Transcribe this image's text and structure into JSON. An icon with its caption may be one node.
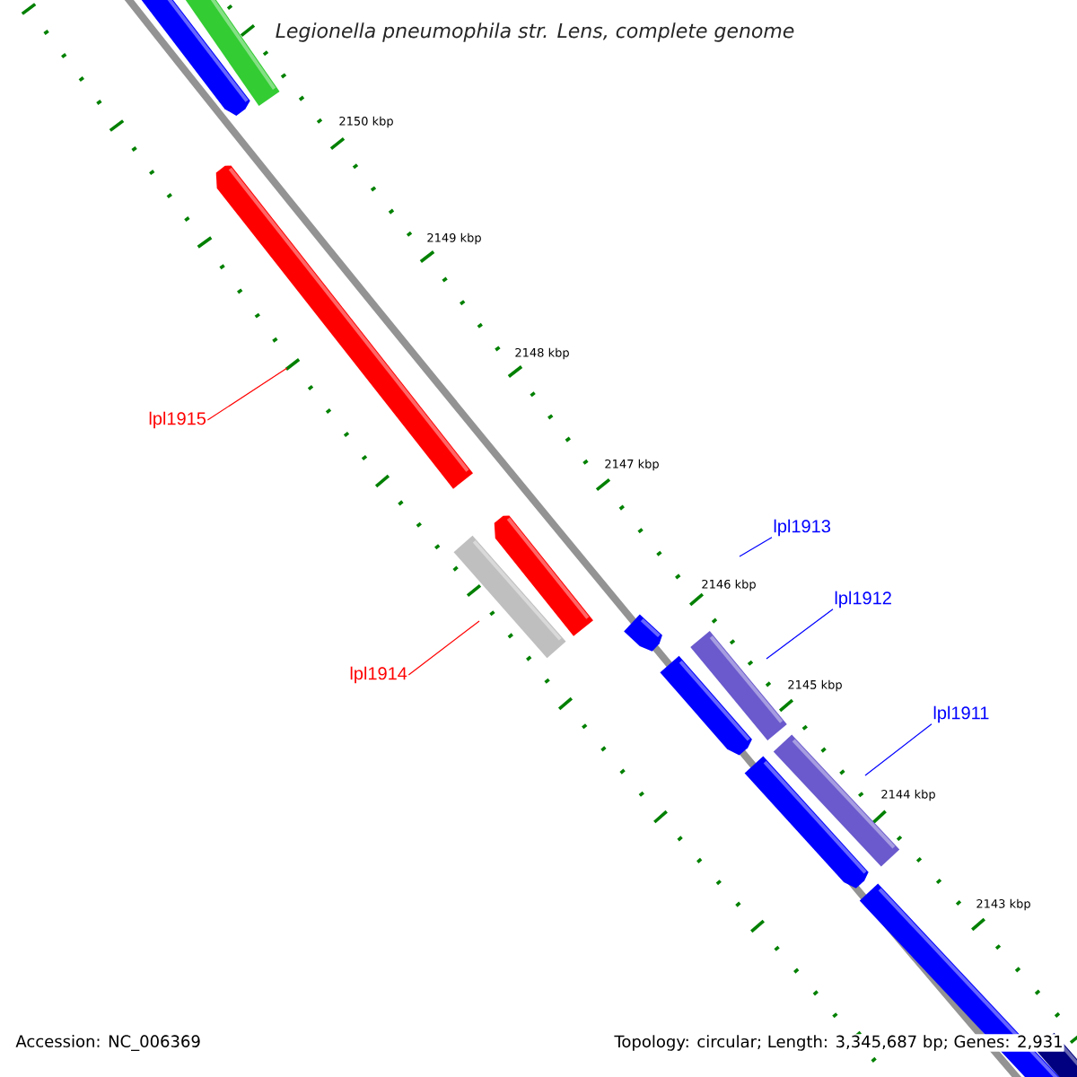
{
  "diagram": {
    "title": "Legionella pneumophila str. Lens, complete genome",
    "nodes": [
      {
        "text": [
          "lpl1915"
        ]
      },
      {
        "text": [
          "lpl1914"
        ]
      },
      {
        "text": [
          "lpl1913"
        ]
      },
      {
        "text": [
          "lpl1912"
        ]
      },
      {
        "text": [
          "lpl1911"
        ]
      }
    ],
    "edges": [
      {
        "from": 0,
        "to": null,
        "arrow": "none",
        "color": "#ff0000"
      },
      {
        "from": 1,
        "to": null,
        "arrow": "none",
        "color": "#ff0000"
      },
      {
        "from": 2,
        "to": null,
        "arrow": "none"
      },
      {
        "from": 3,
        "to": null,
        "arrow": "none"
      },
      {
        "from": 4,
        "to": null,
        "arrow": "none"
      }
    ],
    "labels": [
      "2150 kbp",
      "2149 kbp",
      "2148 kbp",
      "2147 kbp",
      "2146 kbp",
      "2145 kbp",
      "2144 kbp",
      "2143 kbp",
      "Accession: NC_006369",
      "Topology: circular; Length: 3,345,687 bp; Genes: 2,931"
    ]
  }
}
